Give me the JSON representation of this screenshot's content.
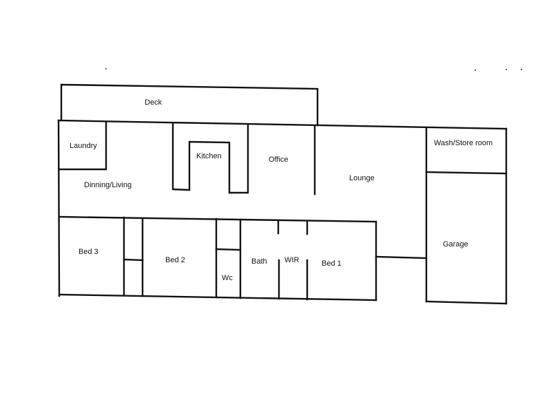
{
  "floor_plan": {
    "rooms": [
      {
        "id": "deck",
        "label": "Deck"
      },
      {
        "id": "laundry",
        "label": "Laundry"
      },
      {
        "id": "kitchen",
        "label": "Kitchen"
      },
      {
        "id": "office",
        "label": "Office"
      },
      {
        "id": "wash-store",
        "label": "Wash/Store room"
      },
      {
        "id": "lounge",
        "label": "Lounge"
      },
      {
        "id": "dining-living",
        "label": "Dinning/Living"
      },
      {
        "id": "bed-3",
        "label": "Bed 3"
      },
      {
        "id": "bed-2",
        "label": "Bed 2"
      },
      {
        "id": "bath",
        "label": "Bath"
      },
      {
        "id": "wir",
        "label": "WIR"
      },
      {
        "id": "bed-1",
        "label": "Bed 1"
      },
      {
        "id": "garage",
        "label": "Garage"
      },
      {
        "id": "wc",
        "label": "Wc"
      }
    ]
  }
}
